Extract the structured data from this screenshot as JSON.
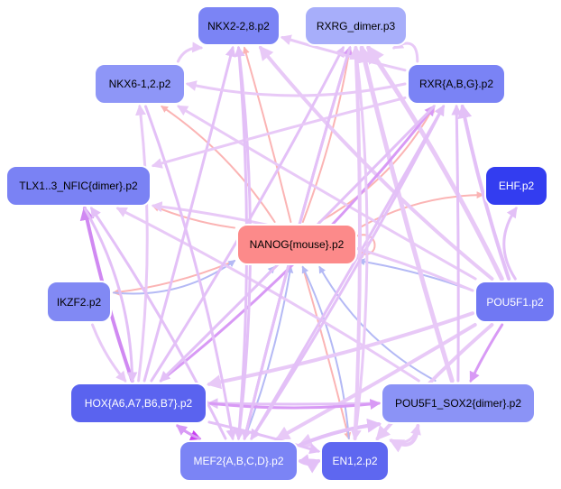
{
  "graph": {
    "nodes": [
      {
        "id": "nkx2",
        "label": "NKX2-2,8.p2",
        "fill": "#7b84f5",
        "text": "#000000"
      },
      {
        "id": "rxrg",
        "label": "RXRG_dimer.p3",
        "fill": "#a7aefa",
        "text": "#000000"
      },
      {
        "id": "nkx6",
        "label": "NKX6-1,2.p2",
        "fill": "#8e96f7",
        "text": "#000000"
      },
      {
        "id": "rxr",
        "label": "RXR{A,B,G}.p2",
        "fill": "#7a83f5",
        "text": "#000000"
      },
      {
        "id": "tlx",
        "label": "TLX1..3_NFIC{dimer}.p2",
        "fill": "#7a82f4",
        "text": "#000000"
      },
      {
        "id": "ehf",
        "label": "EHF.p2",
        "fill": "#333df0",
        "text": "#ffffff"
      },
      {
        "id": "nanog",
        "label": "NANOG{mouse}.p2",
        "fill": "#fc8a8a",
        "text": "#000000"
      },
      {
        "id": "ikzf2",
        "label": "IKZF2.p2",
        "fill": "#8189f4",
        "text": "#000000"
      },
      {
        "id": "pou5f1",
        "label": "POU5F1.p2",
        "fill": "#7078f3",
        "text": "#ffffff"
      },
      {
        "id": "hox",
        "label": "HOX{A6,A7,B6,B7}.p2",
        "fill": "#5a63ef",
        "text": "#ffffff"
      },
      {
        "id": "pousox",
        "label": "POU5F1_SOX2{dimer}.p2",
        "fill": "#8b93f6",
        "text": "#000000"
      },
      {
        "id": "mef2",
        "label": "MEF2{A,B,C,D}.p2",
        "fill": "#7b84f5",
        "text": "#ffffff"
      },
      {
        "id": "en12",
        "label": "EN1,2.p2",
        "fill": "#5e67f0",
        "text": "#ffffff"
      }
    ],
    "edges": [
      {
        "from": "nanog",
        "to": "nanog",
        "color": "#fbb4b4",
        "weight": 2
      },
      {
        "from": "nanog",
        "to": "nkx2",
        "color": "#fbb4b4",
        "weight": 2
      },
      {
        "from": "nanog",
        "to": "rxrg",
        "color": "#fbb4b4",
        "weight": 2
      },
      {
        "from": "nanog",
        "to": "nkx6",
        "color": "#fbb4b4",
        "weight": 2
      },
      {
        "from": "nanog",
        "to": "rxr",
        "color": "#fbb4b4",
        "weight": 2
      },
      {
        "from": "nanog",
        "to": "tlx",
        "color": "#fbb4b4",
        "weight": 2
      },
      {
        "from": "nanog",
        "to": "ehf",
        "color": "#fbb4b4",
        "weight": 2
      },
      {
        "from": "nanog",
        "to": "ikzf2",
        "color": "#fbb4b4",
        "weight": 2
      },
      {
        "from": "nanog",
        "to": "en12",
        "color": "#fbb4b4",
        "weight": 2
      },
      {
        "from": "pou5f1",
        "to": "nanog",
        "color": "#b4b9f5",
        "weight": 2
      },
      {
        "from": "pousox",
        "to": "nanog",
        "color": "#b4b9f5",
        "weight": 2
      },
      {
        "from": "hox",
        "to": "nanog",
        "color": "#b4b9f5",
        "weight": 2
      },
      {
        "from": "mef2",
        "to": "nanog",
        "color": "#b4b9f5",
        "weight": 2
      },
      {
        "from": "en12",
        "to": "nanog",
        "color": "#b4b9f5",
        "weight": 2
      },
      {
        "from": "ikzf2",
        "to": "nanog",
        "color": "#b4b9f5",
        "weight": 2
      },
      {
        "from": "pou5f1",
        "to": "rxr",
        "color": "#e3c0f7",
        "weight": 4
      },
      {
        "from": "pou5f1",
        "to": "nkx2",
        "color": "#e8c9f7",
        "weight": 4
      },
      {
        "from": "pou5f1",
        "to": "rxrg",
        "color": "#e8c9f7",
        "weight": 5
      },
      {
        "from": "pou5f1",
        "to": "nkx6",
        "color": "#e8c9f7",
        "weight": 3
      },
      {
        "from": "pou5f1",
        "to": "tlx",
        "color": "#e8c9f7",
        "weight": 3
      },
      {
        "from": "pou5f1",
        "to": "ehf",
        "color": "#e3c0f7",
        "weight": 3
      },
      {
        "from": "pou5f1",
        "to": "pousox",
        "color": "#d89af5",
        "weight": 3
      },
      {
        "from": "pou5f1",
        "to": "hox",
        "color": "#e8c9f7",
        "weight": 4
      },
      {
        "from": "pou5f1",
        "to": "mef2",
        "color": "#e8c9f7",
        "weight": 4
      },
      {
        "from": "pou5f1",
        "to": "en12",
        "color": "#e8c9f7",
        "weight": 4
      },
      {
        "from": "pousox",
        "to": "rxrg",
        "color": "#e8c9f7",
        "weight": 5
      },
      {
        "from": "pousox",
        "to": "rxr",
        "color": "#e3c0f7",
        "weight": 3
      },
      {
        "from": "pousox",
        "to": "tlx",
        "color": "#e8c9f7",
        "weight": 3
      },
      {
        "from": "pousox",
        "to": "hox",
        "color": "#e3c0f7",
        "weight": 3
      },
      {
        "from": "pousox",
        "to": "mef2",
        "color": "#e8c9f7",
        "weight": 4
      },
      {
        "from": "pousox",
        "to": "en12",
        "color": "#e8c9f7",
        "weight": 4
      },
      {
        "from": "hox",
        "to": "nkx2",
        "color": "#e3c0f7",
        "weight": 3
      },
      {
        "from": "hox",
        "to": "rxrg",
        "color": "#e3c0f7",
        "weight": 3
      },
      {
        "from": "hox",
        "to": "nkx6",
        "color": "#e8c9f7",
        "weight": 3
      },
      {
        "from": "hox",
        "to": "rxr",
        "color": "#d89af5",
        "weight": 3
      },
      {
        "from": "hox",
        "to": "tlx",
        "color": "#d089f2",
        "weight": 4
      },
      {
        "from": "hox",
        "to": "mef2",
        "color": "#c83ff0",
        "weight": 3
      },
      {
        "from": "hox",
        "to": "pousox",
        "color": "#d89af5",
        "weight": 3
      },
      {
        "from": "hox",
        "to": "en12",
        "color": "#e3c0f7",
        "weight": 3
      },
      {
        "from": "mef2",
        "to": "nkx2",
        "color": "#e3c0f7",
        "weight": 3
      },
      {
        "from": "mef2",
        "to": "rxrg",
        "color": "#d89af5",
        "weight": 3
      },
      {
        "from": "mef2",
        "to": "rxr",
        "color": "#e3c0f7",
        "weight": 3
      },
      {
        "from": "mef2",
        "to": "tlx",
        "color": "#e3c0f7",
        "weight": 3
      },
      {
        "from": "mef2",
        "to": "hox",
        "color": "#d89af5",
        "weight": 3
      },
      {
        "from": "mef2",
        "to": "en12",
        "color": "#e3c0f7",
        "weight": 4
      },
      {
        "from": "mef2",
        "to": "pousox",
        "color": "#e3c0f7",
        "weight": 4
      },
      {
        "from": "en12",
        "to": "mef2",
        "color": "#e3c0f7",
        "weight": 3
      },
      {
        "from": "en12",
        "to": "rxrg",
        "color": "#e8c9f7",
        "weight": 4
      },
      {
        "from": "en12",
        "to": "pousox",
        "color": "#e8c9f7",
        "weight": 3
      },
      {
        "from": "ikzf2",
        "to": "hox",
        "color": "#e8c9f7",
        "weight": 3
      },
      {
        "from": "tlx",
        "to": "hox",
        "color": "#e3c0f7",
        "weight": 3
      },
      {
        "from": "nkx6",
        "to": "mef2",
        "color": "#e3c0f7",
        "weight": 3
      },
      {
        "from": "nkx6",
        "to": "nkx2",
        "color": "#e8c9f7",
        "weight": 3
      },
      {
        "from": "rxr",
        "to": "nkx2",
        "color": "#e8c9f7",
        "weight": 3
      },
      {
        "from": "rxr",
        "to": "rxrg",
        "color": "#e8c9f7",
        "weight": 3
      },
      {
        "from": "rxr",
        "to": "nkx6",
        "color": "#e8c9f7",
        "weight": 3
      },
      {
        "from": "rxr",
        "to": "tlx",
        "color": "#e8c9f7",
        "weight": 3
      },
      {
        "from": "rxr",
        "to": "mef2",
        "color": "#e3c0f7",
        "weight": 3
      },
      {
        "from": "rxr",
        "to": "hox",
        "color": "#e3c0f7",
        "weight": 3
      },
      {
        "from": "rxrg",
        "to": "mef2",
        "color": "#e3c0f7",
        "weight": 3
      },
      {
        "from": "rxrg",
        "to": "en12",
        "color": "#e8c9f7",
        "weight": 3
      },
      {
        "from": "nkx2",
        "to": "mef2",
        "color": "#e3c0f7",
        "weight": 3
      }
    ]
  }
}
